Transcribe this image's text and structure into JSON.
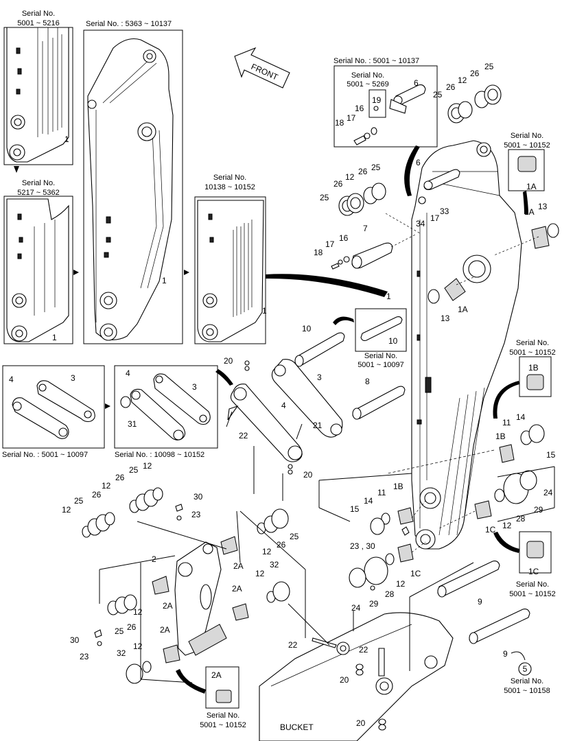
{
  "serial_labels": {
    "s5001_5216": [
      "Serial No.",
      "5001 ~ 5216"
    ],
    "s5363_10137": [
      "Serial No. : 5363 ~ 10137"
    ],
    "s5217_5362": [
      "Serial No.",
      "5217 ~ 5362"
    ],
    "s10138_10152": [
      "Serial No.",
      "10138 ~ 10152"
    ],
    "s5001_10137_top": [
      "Serial No. : 5001 ~ 10137"
    ],
    "s5001_5269": [
      "Serial No.",
      "5001 ~ 5269"
    ],
    "s5001_10152_1a": [
      "Serial No.",
      "5001 ~ 10152"
    ],
    "s5001_10097_pin": [
      "Serial No.",
      "5001 ~ 10097"
    ],
    "s5001_10152_1b": [
      "Serial No.",
      "5001 ~ 10152"
    ],
    "s5001_10097_link": [
      "Serial No. : 5001 ~ 10097"
    ],
    "s10098_10152_link": [
      "Serial No. : 10098 ~ 10152"
    ],
    "s5001_10152_1c": [
      "Serial No.",
      "5001 ~ 10152"
    ],
    "s5001_10158": [
      "Serial No.",
      "5001 ~ 10158"
    ],
    "s5001_10152_2a": [
      "Serial No.",
      "5001 ~ 10152"
    ]
  },
  "front_label": "FRONT",
  "bucket_label": "BUCKET",
  "callout_circle_label": "5",
  "parts": {
    "p1": "1",
    "p1a": "1A",
    "p1b": "1B",
    "p1c": "1C",
    "p2": "2",
    "p2a": "2A",
    "p3": "3",
    "p4": "4",
    "p6": "6",
    "p7": "7",
    "p8": "8",
    "p9": "9",
    "p10": "10",
    "p11": "11",
    "p12": "12",
    "p13": "13",
    "p14": "14",
    "p15": "15",
    "p16": "16",
    "p17": "17",
    "p18": "18",
    "p19": "19",
    "p20": "20",
    "p21": "21",
    "p22": "22",
    "p23": "23",
    "p24": "24",
    "p25": "25",
    "p26": "26",
    "p28": "28",
    "p29": "29",
    "p30": "30",
    "p31": "31",
    "p32": "32",
    "p33": "33",
    "p34": "34",
    "p23_30": "23 , 30"
  }
}
